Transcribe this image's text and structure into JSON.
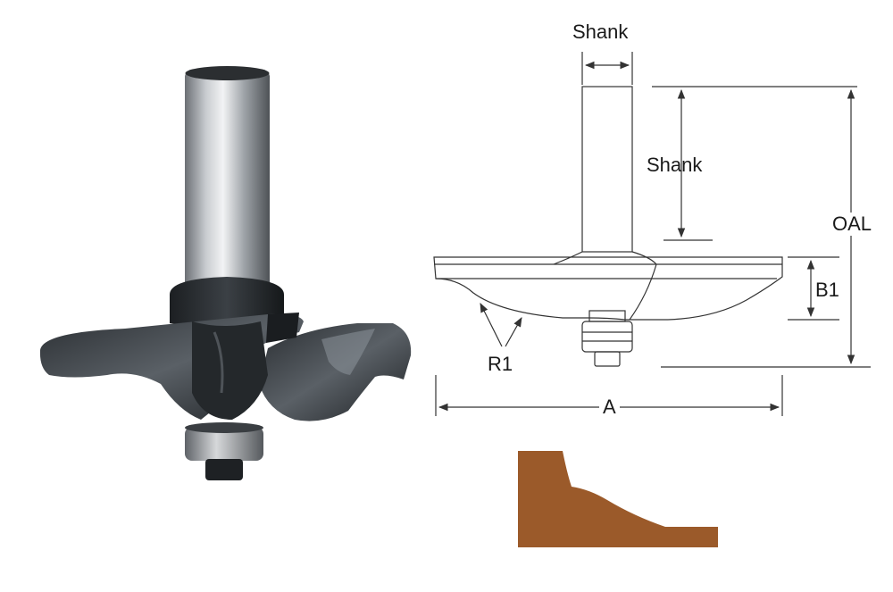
{
  "labels": {
    "shank_diameter": "Shank",
    "shank_length": "Shank",
    "overall_length": "OAL",
    "cutting_height": "B1",
    "radius": "R1",
    "cutting_diameter": "A"
  },
  "colors": {
    "profile_fill": "#9b5a2a",
    "line": "#333333",
    "bit_body": "#2e3236",
    "shank_metal": "#a9aeb3",
    "bearing": "#8e9296"
  }
}
